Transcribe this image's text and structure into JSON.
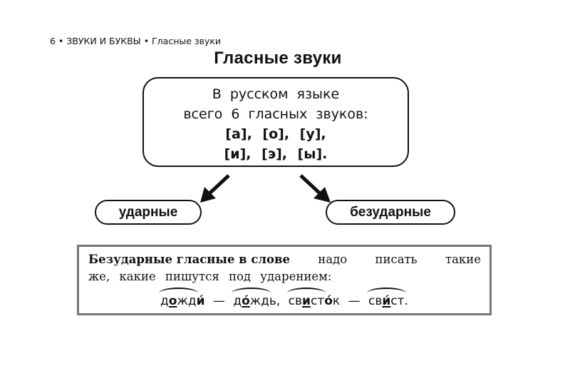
{
  "header": {
    "page_number": "6",
    "section": "ЗВУКИ И БУКВЫ",
    "topic": "Гласные звуки",
    "separator": "•"
  },
  "title": "Гласные звуки",
  "main_box": {
    "line1": "В русском языке",
    "line2": "всего 6 гласных звуков:",
    "line3": "[а], [о], [у],",
    "line4": "[и], [э], [ы]."
  },
  "categories": {
    "stressed": "ударные",
    "unstressed": "безударные"
  },
  "rule": {
    "bold_part": "Безударные гласные в слове",
    "line1_words": [
      "надо",
      "писать",
      "такие"
    ],
    "line2": "же, какие пишутся под ударением:"
  },
  "examples": {
    "w1": {
      "a": "д",
      "b": "о",
      "c": "жд",
      "d": "и́"
    },
    "dash1": "—",
    "w2": {
      "a": "д",
      "b": "о́",
      "c": "жд",
      "d": "ь,"
    },
    "w3": {
      "a": "св",
      "b": "и",
      "c": "ст",
      "d": "о́",
      "e": "к"
    },
    "dash2": "—",
    "w4": {
      "a": "св",
      "b": "и́",
      "c": "ст",
      "d": "."
    }
  }
}
